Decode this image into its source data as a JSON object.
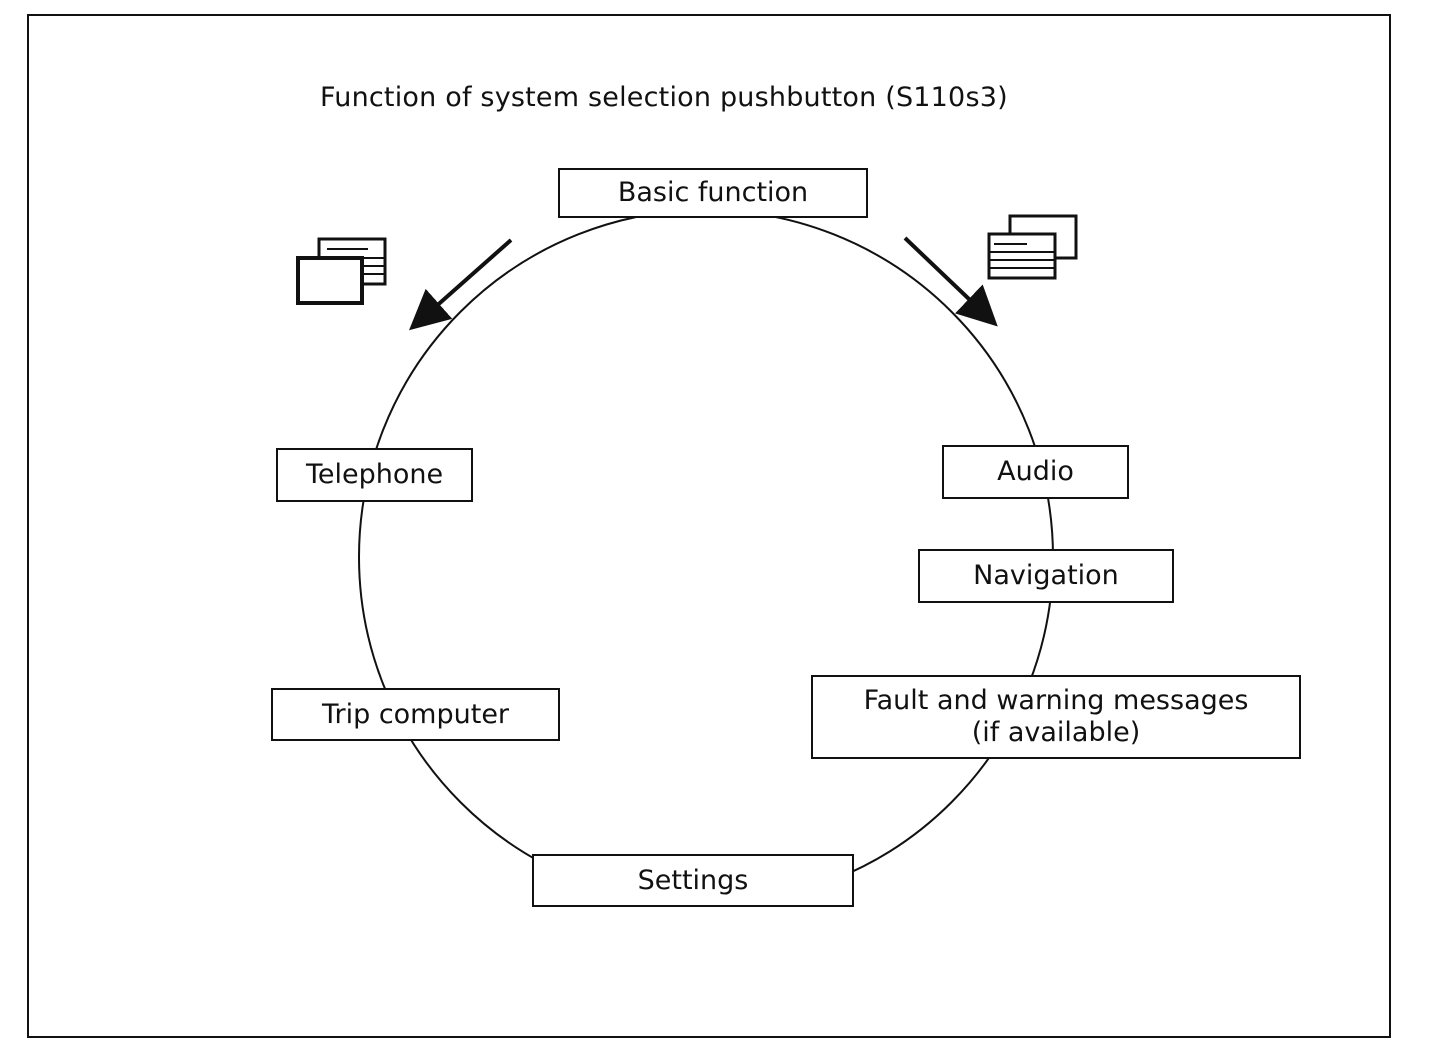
{
  "title": "Function of system selection pushbutton (S110s3)",
  "nodes": {
    "basic_function": "Basic function",
    "telephone": "Telephone",
    "audio": "Audio",
    "navigation": "Navigation",
    "trip_computer": "Trip computer",
    "fault_warning_line1": "Fault and warning messages",
    "fault_warning_line2": "(if available)",
    "settings": "Settings"
  },
  "icons": {
    "left": "display-screens-icon",
    "right": "display-screens-icon"
  },
  "colors": {
    "ink": "#111111",
    "background": "#ffffff"
  }
}
